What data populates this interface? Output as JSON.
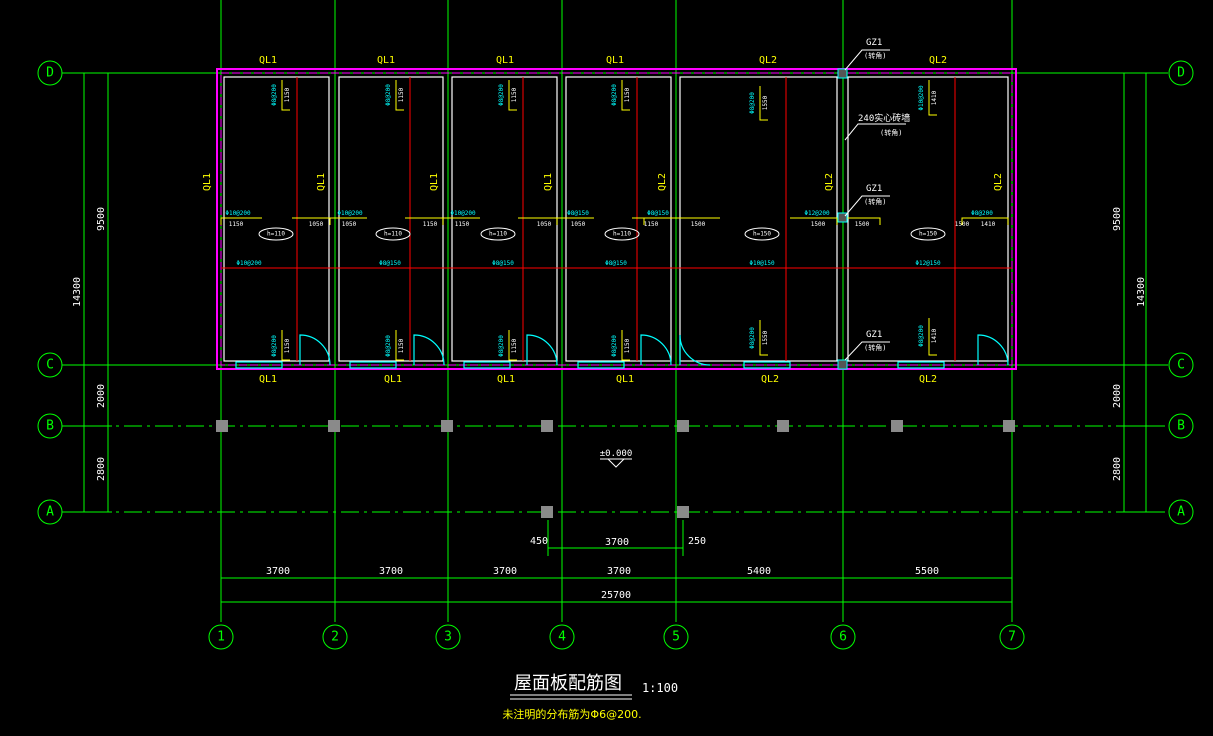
{
  "colors": {
    "background": "#000000",
    "grid_line": "#00ff00",
    "wall": "#ff00ff",
    "wall_inner": "#ffffff",
    "rebar_red": "#ff0000",
    "rebar_label": "#00ffff",
    "dim_yellow": "#ffff00",
    "column": "#888888"
  },
  "title": {
    "main": "屋面板配筋图",
    "scale": "1:100",
    "note": "未注明的分布筋为Φ6@200."
  },
  "elevation_mark": "±0.000",
  "axes": {
    "columns": [
      "1",
      "2",
      "3",
      "4",
      "5",
      "6",
      "7"
    ],
    "rows_left": [
      "D",
      "C",
      "B",
      "A"
    ],
    "rows_right": [
      "D",
      "C",
      "B",
      "A"
    ]
  },
  "dims": {
    "bottom_spans": [
      "3700",
      "3700",
      "3700",
      "3700",
      "5400",
      "5500"
    ],
    "bottom_total": "25700",
    "mid_span": "3700",
    "mid_left": "450",
    "mid_right": "250",
    "left_spans": [
      "9500",
      "2000",
      "2800"
    ],
    "left_total": "14300",
    "right_spans": [
      "9500",
      "2000",
      "2800"
    ],
    "right_total": "14300"
  },
  "beams": {
    "top": [
      "QL1",
      "QL1",
      "QL1",
      "QL1",
      "QL2",
      "QL2"
    ],
    "bottom": [
      "QL1",
      "QL1",
      "QL1",
      "QL1",
      "QL2",
      "QL2"
    ],
    "vertical": [
      "QL1",
      "QL1",
      "QL1",
      "QL1",
      "QL2",
      "QL2",
      "QL2"
    ]
  },
  "columns_gz": {
    "label": "GZ1",
    "note": "(转角)",
    "wall_note": "240实心砖墙",
    "wall_sub": "(转角)"
  },
  "slab_thickness": [
    "h=110",
    "h=110",
    "h=110",
    "h=110",
    "h=150",
    "h=150"
  ],
  "rebar": {
    "top_vertical": [
      "Φ8@200",
      "Φ8@200",
      "Φ8@200",
      "Φ8@200",
      "Φ8@200",
      "Φ10@200"
    ],
    "top_len": [
      "1150",
      "1150",
      "1150",
      "1150",
      "1550",
      "1410"
    ],
    "mid_horizontal": [
      "Φ10@200",
      "Φ8@150",
      "Φ8@150",
      "Φ8@150",
      "Φ10@150",
      "Φ12@150"
    ],
    "left_hook": [
      "Φ10@200",
      "Φ10@200",
      "Φ10@200",
      "Φ8@150",
      "Φ8@150",
      "Φ12@200",
      "Φ8@200"
    ],
    "left_len": [
      "1150",
      "1050",
      "1150",
      "1050",
      "1500",
      "1500",
      "1410"
    ],
    "right_len": [
      "1050",
      "1150",
      "1050",
      "1150",
      "1500",
      "1500"
    ],
    "bottom_vertical": [
      "Φ8@200",
      "Φ8@200",
      "Φ8@200",
      "Φ8@200",
      "Φ8@200",
      "Φ8@200"
    ],
    "bottom_len": [
      "1150",
      "1150",
      "1150",
      "1150",
      "1550",
      "1410"
    ]
  }
}
